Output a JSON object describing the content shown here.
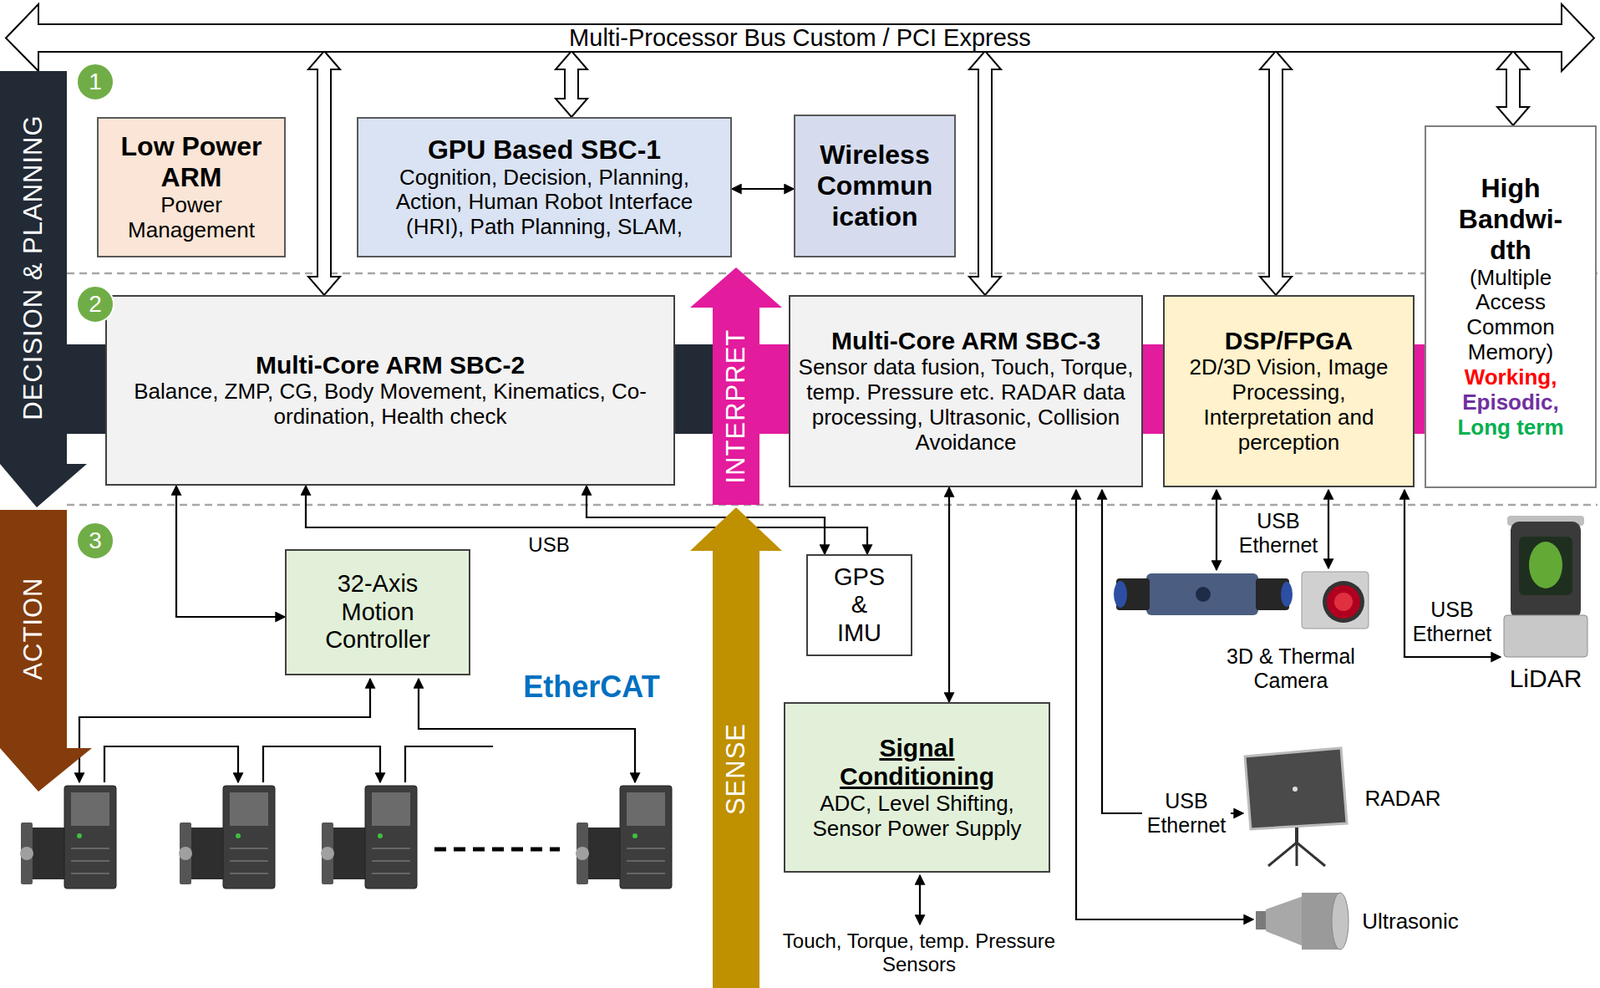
{
  "diagram": {
    "nodes": [
      {
        "text": [
          "Multi-Processor Bus Custom / PCI Express"
        ]
      },
      {
        "text": [
          "DECISION & PLANNING"
        ]
      },
      {
        "text": [
          "Low Power ARM",
          "Power Management"
        ]
      },
      {
        "text": [
          "GPU Based SBC-1",
          "Cognition, Decision, Planning, Action, Human Robot Interface (HRI), Path Planning, SLAM,"
        ]
      },
      {
        "text": [
          "Wireless Commun ication"
        ]
      },
      {
        "text": [
          "High Bandwi- dth",
          "(Multiple Access Common Memory)",
          "Working,",
          "Episodic,",
          "Long term"
        ]
      },
      {
        "text": [
          "Multi-Core ARM SBC-2",
          "Balance, ZMP, CG, Body Movement, Kinematics, Co-ordination, Health check"
        ]
      },
      {
        "text": [
          "INTERPRET"
        ]
      },
      {
        "text": [
          "Multi-Core ARM SBC-3",
          "Sensor data fusion, Touch, Torque, temp. Pressure etc. RADAR data processing, Ultrasonic, Collision Avoidance"
        ]
      },
      {
        "text": [
          "DSP/FPGA",
          "2D/3D Vision, Image Processing, Interpretation and perception"
        ]
      },
      {
        "text": [
          "ACTION"
        ]
      },
      {
        "text": [
          "32-Axis Motion Controller"
        ]
      },
      {
        "text": [
          "GPS & IMU"
        ]
      },
      {
        "text": [
          "SENSE"
        ]
      },
      {
        "text": [
          "Signal Conditioning",
          "ADC, Level Shifting, Sensor Power Supply"
        ]
      }
    ],
    "edges": [
      {
        "from": 0,
        "to": 6,
        "arrow": "both"
      },
      {
        "from": 0,
        "to": 3,
        "arrow": "both"
      },
      {
        "from": 0,
        "to": 8,
        "arrow": "both"
      },
      {
        "from": 0,
        "to": 9,
        "arrow": "both"
      },
      {
        "from": 0,
        "to": 5,
        "arrow": "both"
      },
      {
        "from": 3,
        "to": 4,
        "arrow": "both"
      },
      {
        "from": 6,
        "to": 11,
        "arrow": "both"
      },
      {
        "from": 6,
        "to": 12,
        "label": "USB",
        "arrow": "both"
      },
      {
        "from": 6,
        "to": 12,
        "arrow": "both"
      },
      {
        "from": 8,
        "to": 14,
        "arrow": "both"
      }
    ],
    "labels": [
      "1",
      "2",
      "3",
      "EtherCAT",
      "USB Ethernet",
      "3D & Thermal Camera",
      "USB Ethernet",
      "LiDAR",
      "USB Ethernet",
      "RADAR",
      "Ultrasonic",
      "Touch, Torque, temp. Pressure Sensors"
    ]
  }
}
